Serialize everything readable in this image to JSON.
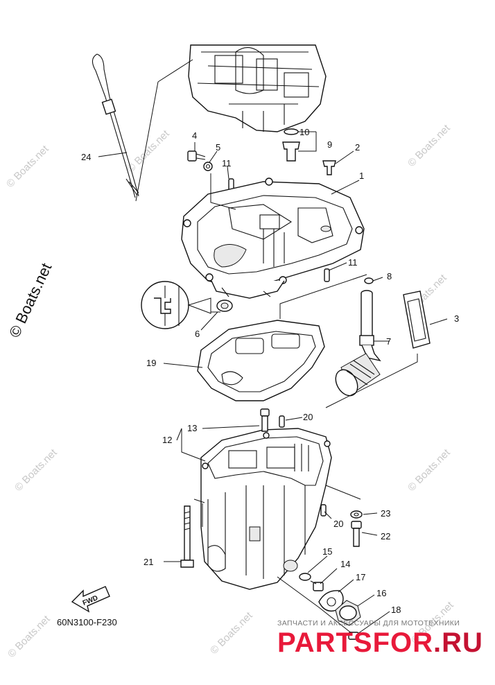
{
  "diagram": {
    "part_labels": [
      "1",
      "2",
      "3",
      "4",
      "5",
      "6",
      "7",
      "8",
      "9",
      "10",
      "11",
      "11",
      "12",
      "13",
      "14",
      "15",
      "16",
      "17",
      "18",
      "19",
      "20",
      "20",
      "21",
      "22",
      "23",
      "24"
    ],
    "drawing_code": "60N3100-F230",
    "fwd_label": "FWD"
  },
  "watermarks": {
    "small": "© Boats.net",
    "large": "© Boats.net"
  },
  "brand": {
    "tagline": "ЗАПЧАСТИ И АКСЕССУАРЫ ДЛЯ МОТОТЕХНИКИ",
    "name": "PARTSFOR",
    "domain": ".RU"
  }
}
